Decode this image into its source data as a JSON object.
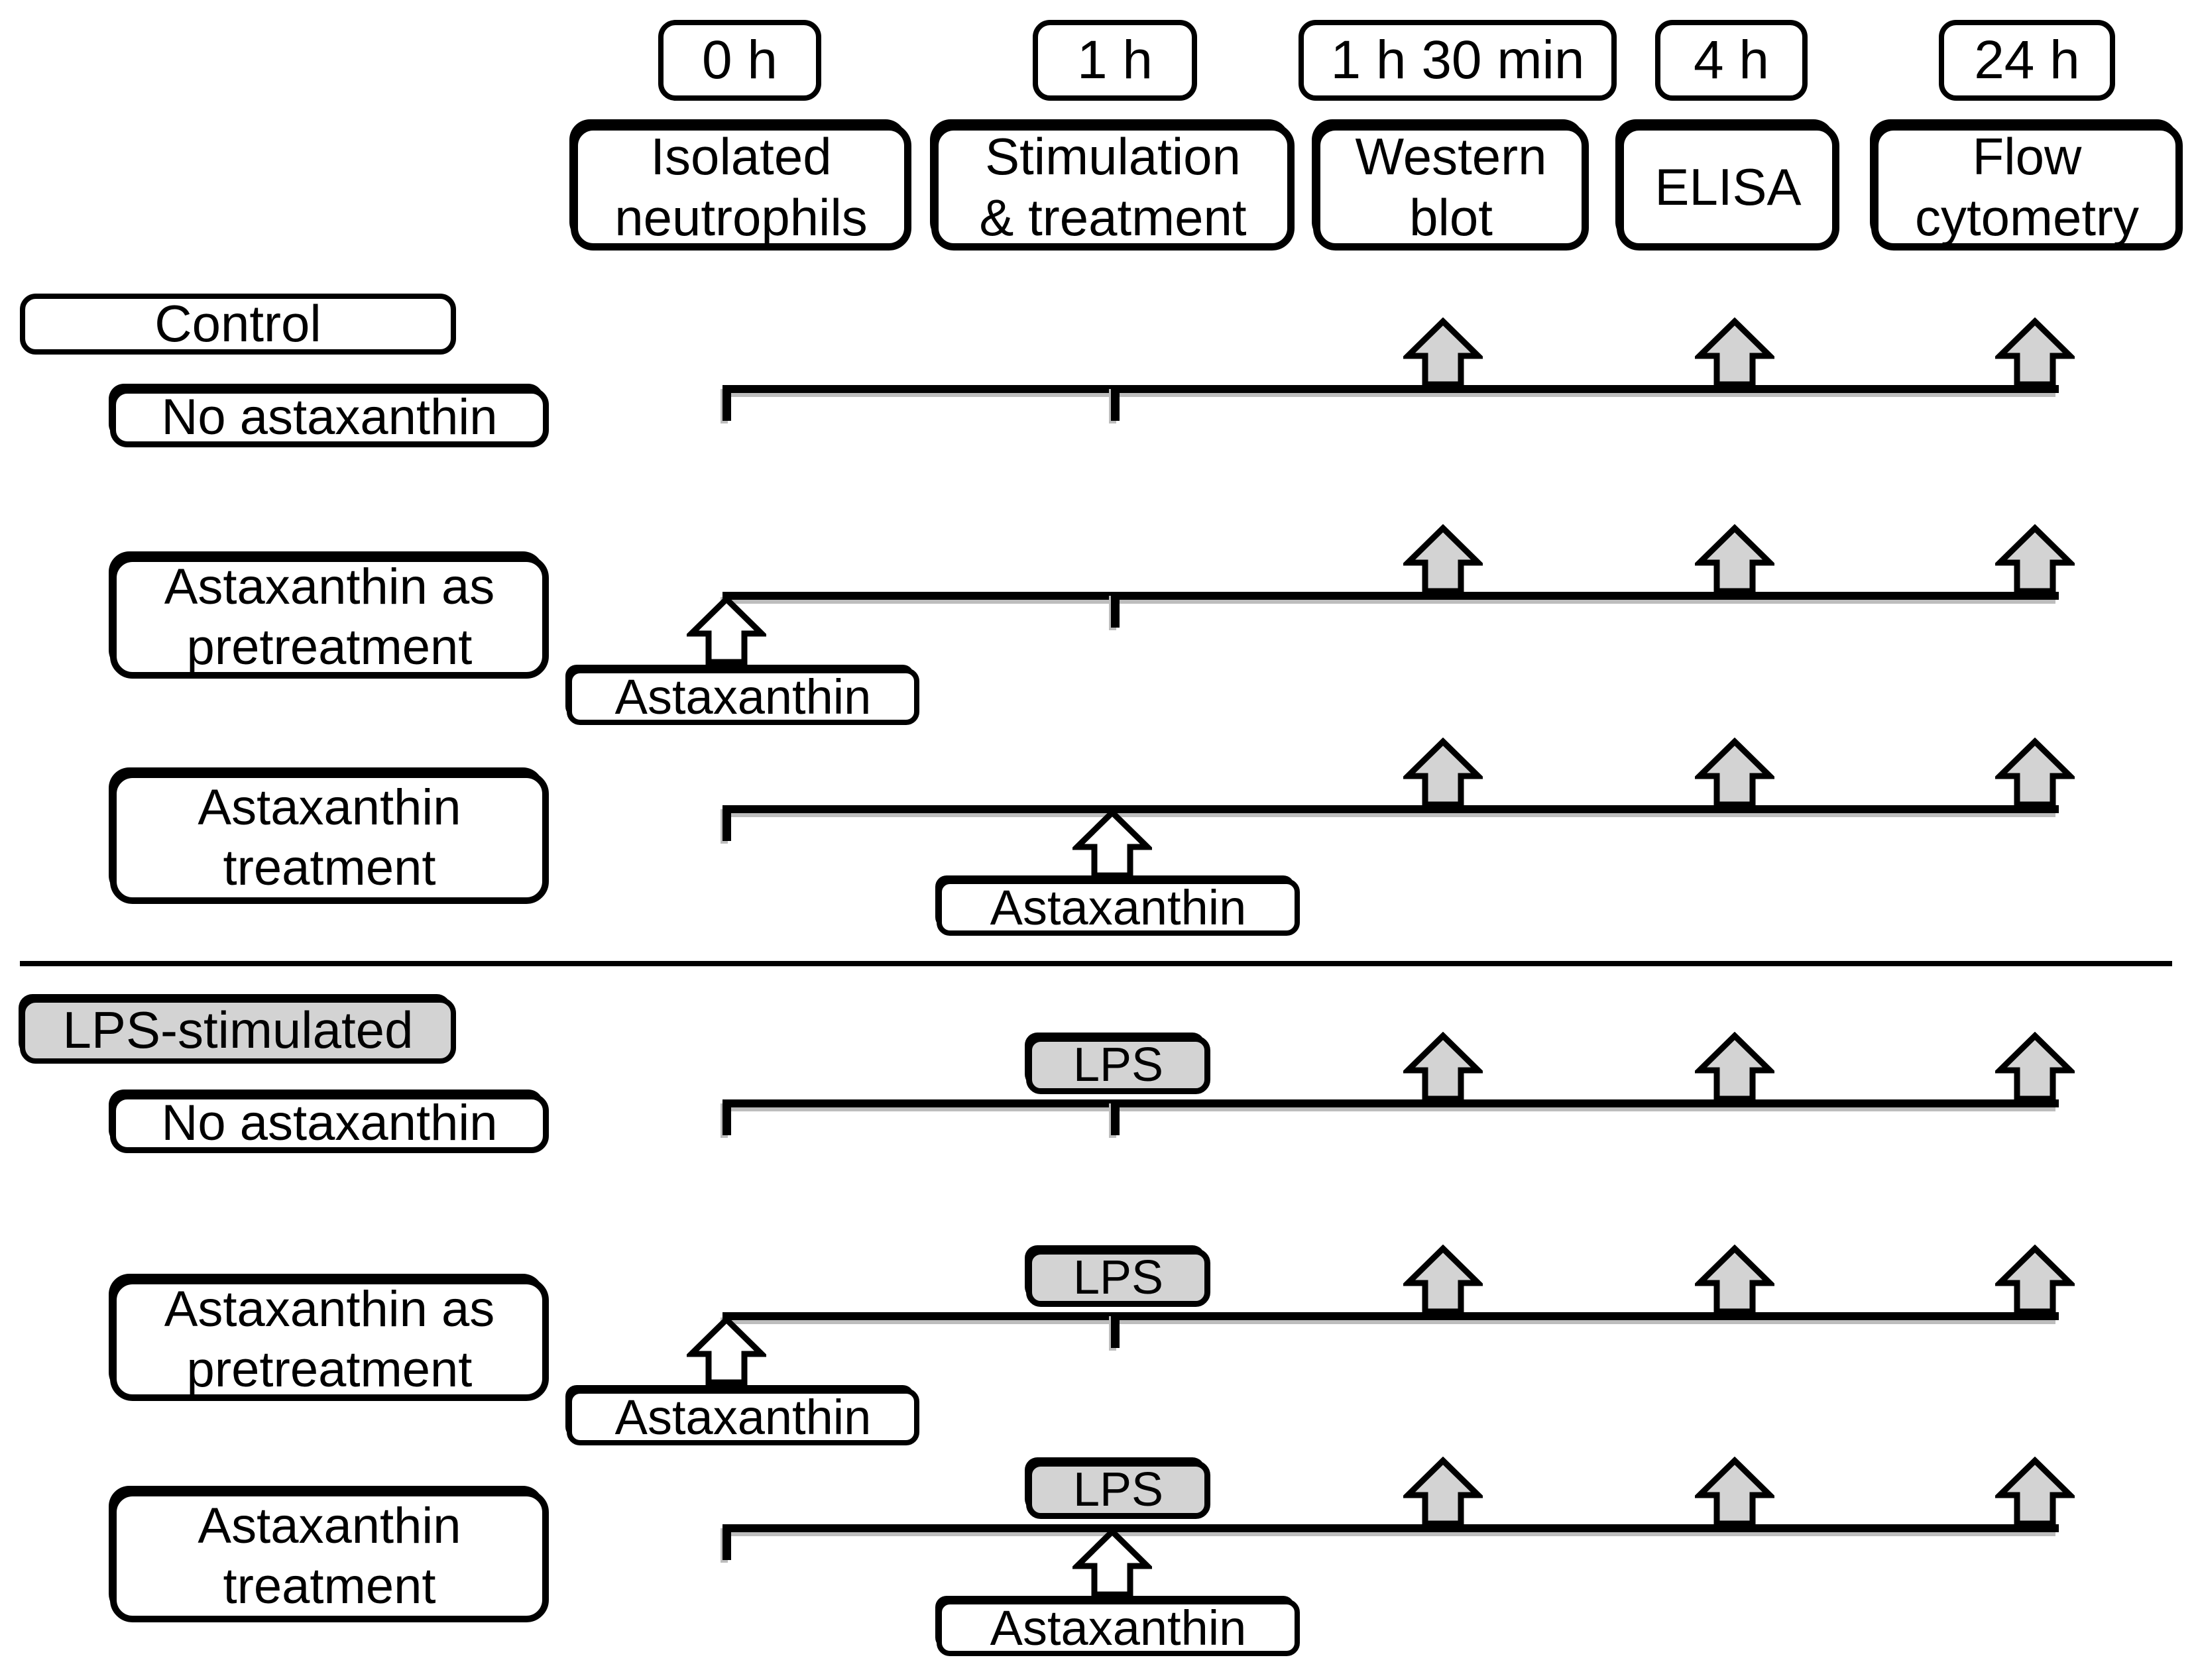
{
  "figure": {
    "times": [
      {
        "label": "0 h"
      },
      {
        "label": "1 h"
      },
      {
        "label": "1 h 30 min"
      },
      {
        "label": "4 h"
      },
      {
        "label": "24 h"
      }
    ],
    "procedures": [
      {
        "lines": [
          "Isolated",
          "neutrophils"
        ]
      },
      {
        "lines": [
          "Stimulation",
          "& treatment"
        ]
      },
      {
        "lines": [
          "Western",
          "blot"
        ]
      },
      {
        "lines": [
          "ELISA"
        ]
      },
      {
        "lines": [
          "Flow",
          "cytometry"
        ]
      }
    ],
    "sections": [
      {
        "title": "Control",
        "rows": [
          {
            "lines": [
              "No astaxanthin"
            ]
          },
          {
            "lines": [
              "Astaxanthin as",
              "pretreatment"
            ]
          },
          {
            "lines": [
              "Astaxanthin",
              "treatment"
            ]
          }
        ]
      },
      {
        "title": "LPS-stimulated",
        "rows": [
          {
            "lines": [
              "No astaxanthin"
            ]
          },
          {
            "lines": [
              "Astaxanthin as",
              "pretreatment"
            ]
          },
          {
            "lines": [
              "Astaxanthin",
              "treatment"
            ]
          }
        ]
      }
    ],
    "annotations": {
      "astaxanthin": "Astaxanthin",
      "lps": "LPS"
    },
    "colors": {
      "gray_fill": "#d3d3d3",
      "line_black": "#000000",
      "shadow_gray": "#bdbdbd"
    }
  }
}
